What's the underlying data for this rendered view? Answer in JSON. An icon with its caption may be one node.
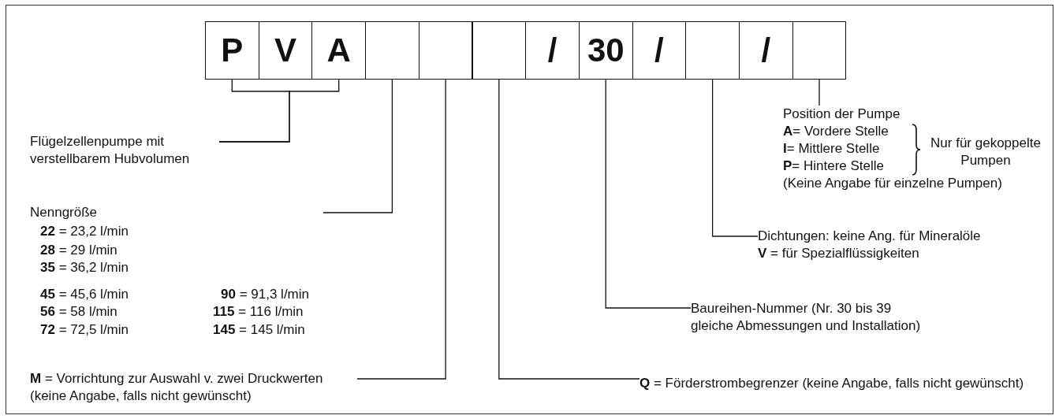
{
  "diagram": {
    "nodes": [
      {
        "text": [
          "P"
        ]
      },
      {
        "text": [
          "V"
        ]
      },
      {
        "text": [
          "A"
        ]
      },
      {
        "text": [],
        "shape": "box"
      },
      {
        "text": [],
        "shape": "box"
      },
      {
        "text": [],
        "shape": "box"
      },
      {
        "text": [
          "/"
        ]
      },
      {
        "text": [
          "30"
        ]
      },
      {
        "text": [
          "/"
        ]
      },
      {
        "text": [],
        "shape": "box"
      },
      {
        "text": [
          "/"
        ]
      },
      {
        "text": [],
        "shape": "box"
      },
      {
        "text": [
          "Flügelzellenpumpe mit verstellbarem Hubvolumen"
        ]
      },
      {
        "text": [
          "Nenngröße",
          "**22** = 23,2 l/min",
          "**28** = 29 l/min",
          "**35** = 36,2 l/min",
          "**45** = 45,6 l/min",
          "**90** = 91,3 l/min",
          "**56** = 58 l/min",
          "**115** = 116 l/min",
          "**72** = 72,5 l/min",
          "**145** = 145 l/min"
        ]
      },
      {
        "text": [
          "**M** = Vorrichtung zur Auswahl v. zwei Druckwerten (keine Angabe, falls nicht gewünscht)"
        ]
      },
      {
        "text": [
          "**Q** = Förderstrombegrenzer (keine Angabe, falls nicht gewünscht)"
        ]
      },
      {
        "text": [
          "Baureihen-Nummer (Nr. 30 bis 39 gleiche Abmessungen und Installation)"
        ]
      },
      {
        "text": [
          "Dichtungen: keine Ang. für Mineralöle",
          "**V** = für Spezialflüssigkeiten"
        ]
      },
      {
        "text": [
          "Position der Pumpe",
          "**A**= Vordere Stelle",
          "**I**= Mittlere Stelle",
          "**P**= Hintere Stelle",
          "(Keine Angabe für einzelne Pumpen)"
        ],
        "beside": [
          "Nur für gekoppelte Pumpen"
        ]
      }
    ],
    "edges": [
      {
        "from": 12,
        "to": 0,
        "arrow": "none"
      },
      {
        "from": 12,
        "to": 2,
        "arrow": "none"
      },
      {
        "from": 13,
        "to": 3,
        "arrow": "none"
      },
      {
        "from": 14,
        "to": 4,
        "arrow": "none"
      },
      {
        "from": 15,
        "to": 5,
        "arrow": "none"
      },
      {
        "from": 16,
        "to": 7,
        "arrow": "none"
      },
      {
        "from": 17,
        "to": 9,
        "arrow": "none"
      },
      {
        "from": 18,
        "to": 11,
        "arrow": "none"
      }
    ]
  }
}
